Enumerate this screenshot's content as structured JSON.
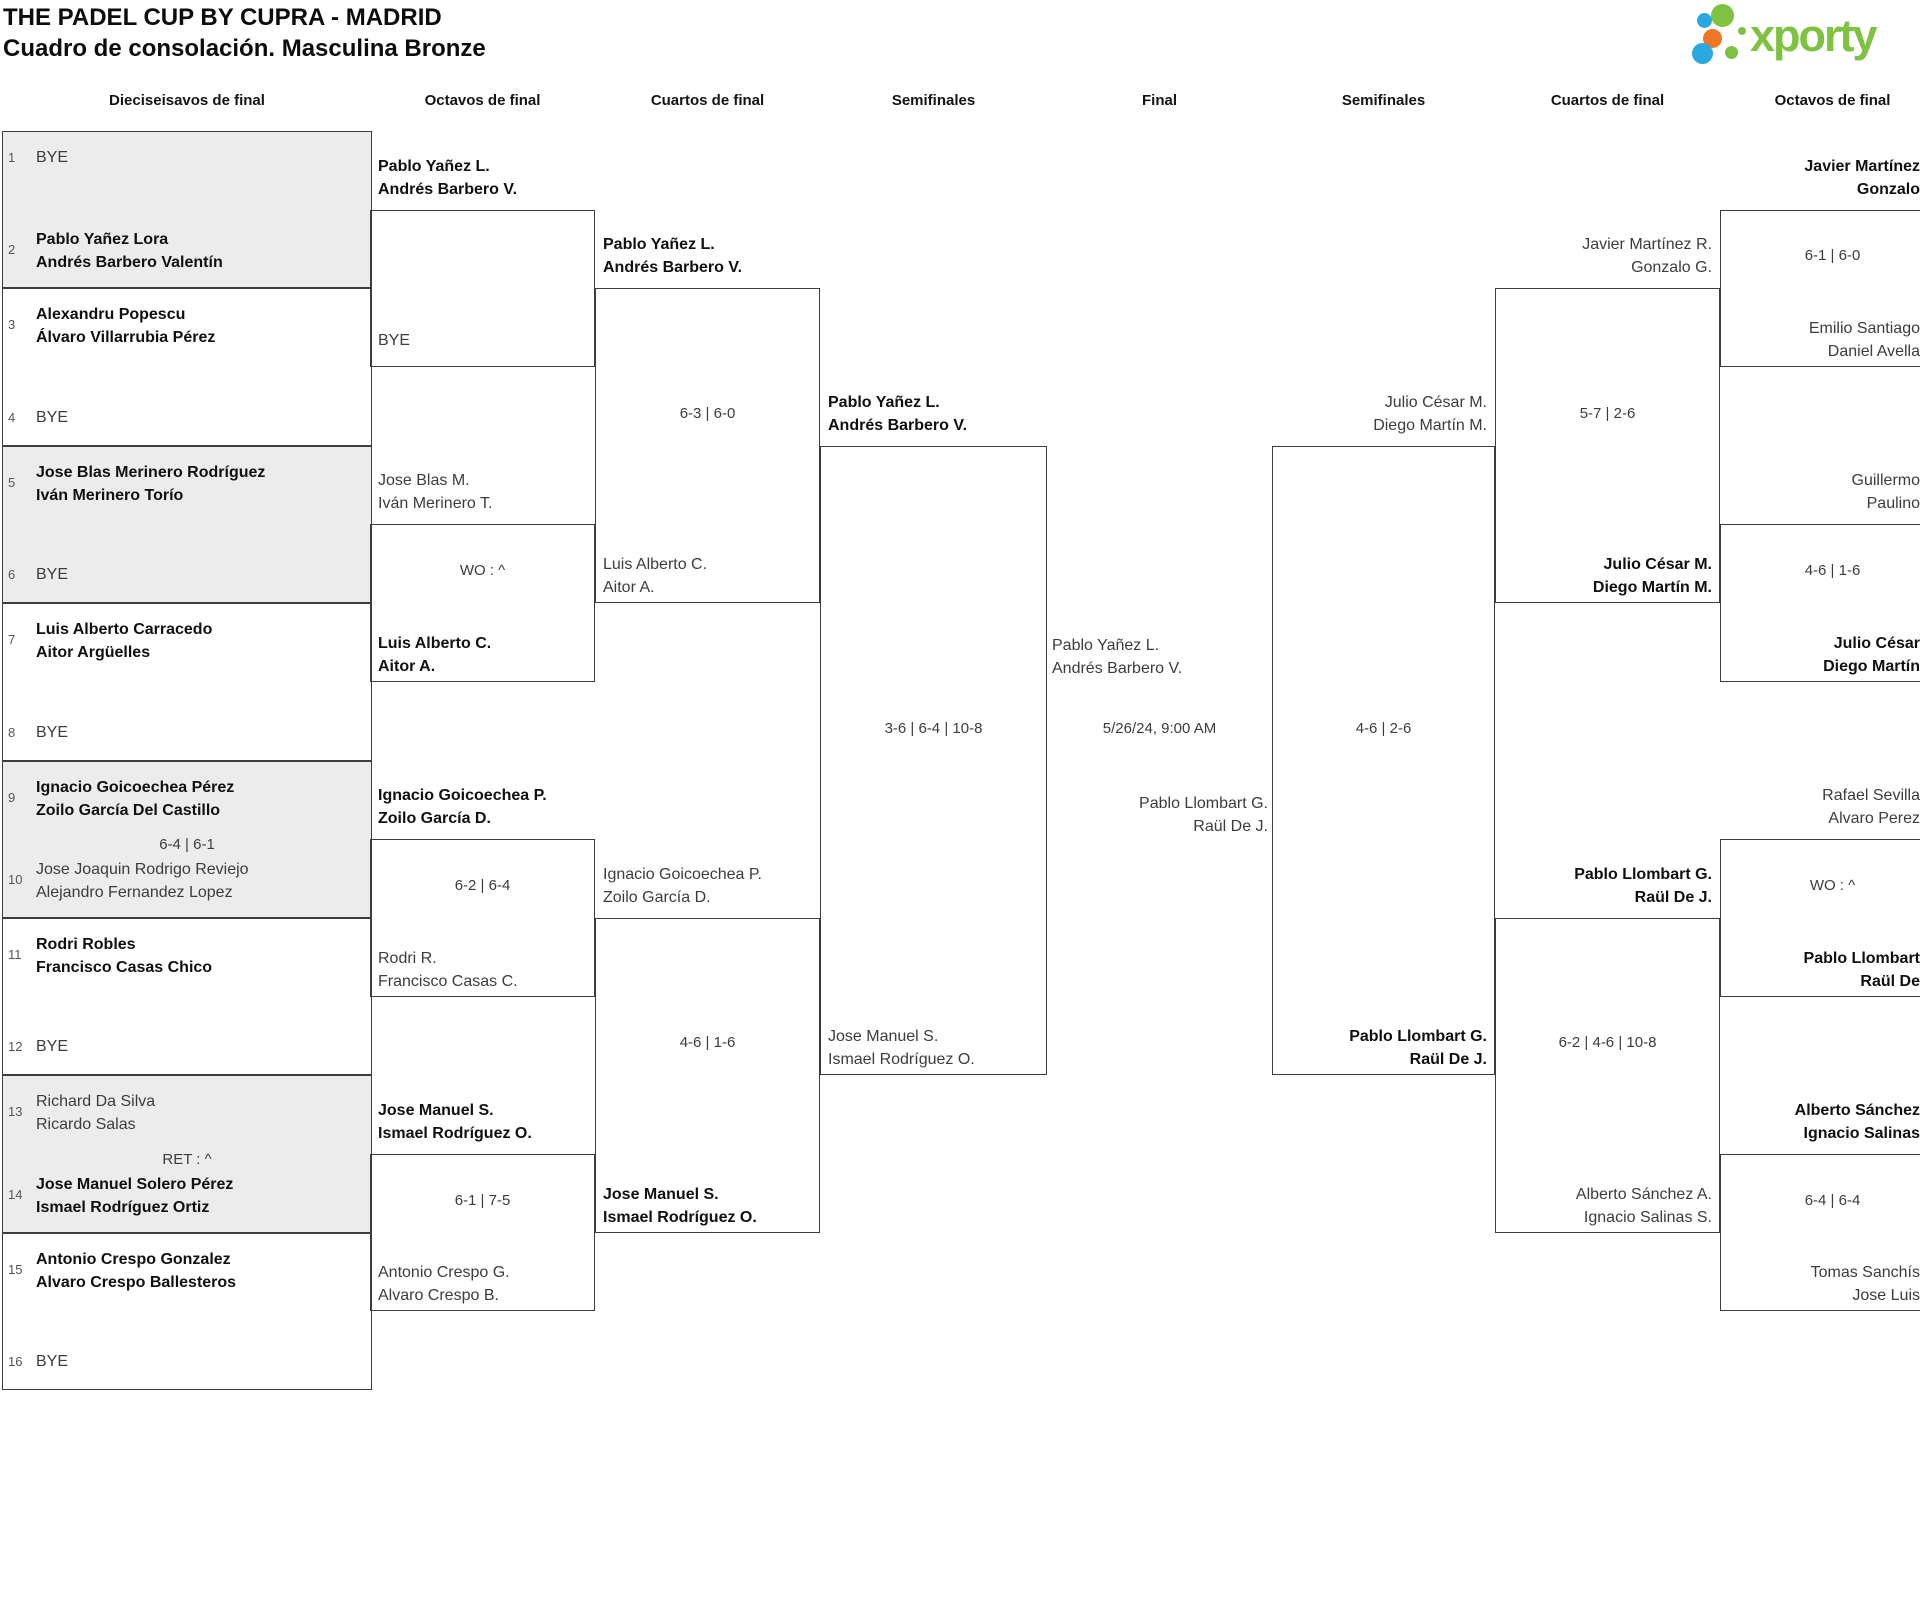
{
  "title": "THE PADEL CUP BY CUPRA - MADRID",
  "subtitle": "Cuadro de consolación. Masculina Bronze",
  "logo": {
    "text": "xporty",
    "green": "#7FC241",
    "blue": "#2AA9E0",
    "orange": "#EF7622"
  },
  "colors": {
    "line": "#3d3d3d",
    "gray_box": "#ececec",
    "bold_text": "#101010",
    "regular_text": "#3c3c3c"
  },
  "round_headers": [
    "Dieciseisavos de final",
    "Octavos de final",
    "Cuartos de final",
    "Semifinales",
    "Final",
    "Semifinales",
    "Cuartos de final",
    "Octavos de final"
  ],
  "first_round": [
    {
      "score": "",
      "slots": [
        {
          "seed": "1",
          "lines": [
            "BYE"
          ],
          "bold": false
        },
        {
          "seed": "2",
          "lines": [
            "Pablo Yañez Lora",
            "Andrés Barbero Valentín"
          ],
          "bold": true
        }
      ]
    },
    {
      "score": "",
      "slots": [
        {
          "seed": "3",
          "lines": [
            "Alexandru Popescu",
            "Álvaro Villarrubia Pérez"
          ],
          "bold": true
        },
        {
          "seed": "4",
          "lines": [
            "BYE"
          ],
          "bold": false
        }
      ]
    },
    {
      "score": "",
      "slots": [
        {
          "seed": "5",
          "lines": [
            "Jose Blas Merinero Rodríguez",
            "Iván Merinero Torío"
          ],
          "bold": true
        },
        {
          "seed": "6",
          "lines": [
            "BYE"
          ],
          "bold": false
        }
      ]
    },
    {
      "score": "",
      "slots": [
        {
          "seed": "7",
          "lines": [
            "Luis Alberto Carracedo",
            "Aitor Argüelles"
          ],
          "bold": true
        },
        {
          "seed": "8",
          "lines": [
            "BYE"
          ],
          "bold": false
        }
      ]
    },
    {
      "score": "6-4 | 6-1",
      "slots": [
        {
          "seed": "9",
          "lines": [
            "Ignacio Goicoechea Pérez",
            "Zoilo García Del Castillo"
          ],
          "bold": true
        },
        {
          "seed": "10",
          "lines": [
            "Jose Joaquin Rodrigo Reviejo",
            "Alejandro Fernandez Lopez"
          ],
          "bold": false
        }
      ]
    },
    {
      "score": "",
      "slots": [
        {
          "seed": "11",
          "lines": [
            "Rodri Robles",
            "Francisco Casas Chico"
          ],
          "bold": true
        },
        {
          "seed": "12",
          "lines": [
            "BYE"
          ],
          "bold": false
        }
      ]
    },
    {
      "score": "RET : ^",
      "slots": [
        {
          "seed": "13",
          "lines": [
            "Richard Da Silva",
            "Ricardo Salas"
          ],
          "bold": false
        },
        {
          "seed": "14",
          "lines": [
            "Jose Manuel Solero Pérez",
            "Ismael Rodríguez Ortiz"
          ],
          "bold": true
        }
      ]
    },
    {
      "score": "",
      "slots": [
        {
          "seed": "15",
          "lines": [
            "Antonio Crespo Gonzalez",
            "Alvaro Crespo Ballesteros"
          ],
          "bold": true
        },
        {
          "seed": "16",
          "lines": [
            "BYE"
          ],
          "bold": false
        }
      ]
    }
  ],
  "matches": [
    {
      "side": "left",
      "round": 1,
      "idx": 0,
      "score": "",
      "team1": {
        "lines": [
          "Pablo Yañez L.",
          "Andrés Barbero V."
        ],
        "bold": true
      },
      "team2": {
        "lines": [
          "BYE"
        ],
        "bold": false
      }
    },
    {
      "side": "left",
      "round": 1,
      "idx": 1,
      "score": "WO : ^",
      "team1": {
        "lines": [
          "Jose Blas M.",
          "Iván Merinero T."
        ],
        "bold": false
      },
      "team2": {
        "lines": [
          "Luis Alberto C.",
          "Aitor A."
        ],
        "bold": true
      }
    },
    {
      "side": "left",
      "round": 1,
      "idx": 2,
      "score": "6-2 | 6-4",
      "team1": {
        "lines": [
          "Ignacio Goicoechea P.",
          "Zoilo García D."
        ],
        "bold": true
      },
      "team2": {
        "lines": [
          "Rodri R.",
          "Francisco Casas C."
        ],
        "bold": false
      }
    },
    {
      "side": "left",
      "round": 1,
      "idx": 3,
      "score": "6-1 | 7-5",
      "team1": {
        "lines": [
          "Jose Manuel S.",
          "Ismael Rodríguez O."
        ],
        "bold": true
      },
      "team2": {
        "lines": [
          "Antonio Crespo G.",
          "Alvaro Crespo B."
        ],
        "bold": false
      }
    },
    {
      "side": "left",
      "round": 2,
      "idx": 0,
      "score": "6-3 | 6-0",
      "team1": {
        "lines": [
          "Pablo Yañez L.",
          "Andrés Barbero V."
        ],
        "bold": true
      },
      "team2": {
        "lines": [
          "Luis Alberto C.",
          "Aitor A."
        ],
        "bold": false
      }
    },
    {
      "side": "left",
      "round": 2,
      "idx": 1,
      "score": "4-6 | 1-6",
      "team1": {
        "lines": [
          "Ignacio Goicoechea P.",
          "Zoilo García D."
        ],
        "bold": false
      },
      "team2": {
        "lines": [
          "Jose Manuel S.",
          "Ismael Rodríguez O."
        ],
        "bold": true
      }
    },
    {
      "side": "left",
      "round": 3,
      "idx": 0,
      "score": "3-6 | 6-4 | 10-8",
      "team1": {
        "lines": [
          "Pablo Yañez L.",
          "Andrés Barbero V."
        ],
        "bold": true
      },
      "team2": {
        "lines": [
          "Jose Manuel S.",
          "Ismael Rodríguez O."
        ],
        "bold": false
      }
    },
    {
      "side": "right",
      "round": 3,
      "idx": 0,
      "score": "4-6 | 2-6",
      "team1": {
        "lines": [
          "Julio César M.",
          "Diego Martín M."
        ],
        "bold": false
      },
      "team2": {
        "lines": [
          "Pablo Llombart G.",
          "Raül De J."
        ],
        "bold": true
      }
    },
    {
      "side": "right",
      "round": 2,
      "idx": 0,
      "score": "5-7 | 2-6",
      "team1": {
        "lines": [
          "Javier Martínez R.",
          "Gonzalo G."
        ],
        "bold": false
      },
      "team2": {
        "lines": [
          "Julio César M.",
          "Diego Martín M."
        ],
        "bold": true
      }
    },
    {
      "side": "right",
      "round": 2,
      "idx": 1,
      "score": "6-2 | 4-6 | 10-8",
      "team1": {
        "lines": [
          "Pablo Llombart G.",
          "Raül De J."
        ],
        "bold": true
      },
      "team2": {
        "lines": [
          "Alberto Sánchez A.",
          "Ignacio Salinas S."
        ],
        "bold": false
      }
    },
    {
      "side": "right",
      "round": 1,
      "idx": 0,
      "score": "6-1 | 6-0",
      "team1": {
        "lines": [
          "Javier Martínez",
          "Gonzalo"
        ],
        "bold": true
      },
      "team2": {
        "lines": [
          "Emilio Santiago",
          "Daniel Avella"
        ],
        "bold": false
      }
    },
    {
      "side": "right",
      "round": 1,
      "idx": 1,
      "score": "4-6 | 1-6",
      "team1": {
        "lines": [
          "Guillermo",
          "Paulino"
        ],
        "bold": false
      },
      "team2": {
        "lines": [
          "Julio César",
          "Diego Martín"
        ],
        "bold": true
      }
    },
    {
      "side": "right",
      "round": 1,
      "idx": 2,
      "score": "WO : ^",
      "team1": {
        "lines": [
          "Rafael Sevilla",
          "Alvaro Perez"
        ],
        "bold": false
      },
      "team2": {
        "lines": [
          "Pablo Llombart",
          "Raül De"
        ],
        "bold": true
      }
    },
    {
      "side": "right",
      "round": 1,
      "idx": 3,
      "score": "6-4 | 6-4",
      "team1": {
        "lines": [
          "Alberto Sánchez",
          "Ignacio Salinas"
        ],
        "bold": true
      },
      "team2": {
        "lines": [
          "Tomas Sanchís",
          "Jose Luis"
        ],
        "bold": false
      }
    }
  ],
  "final": {
    "date": "5/26/24, 9:00 AM",
    "team1": {
      "lines": [
        "Pablo Yañez L.",
        "Andrés Barbero V."
      ],
      "bold": false
    },
    "team2": {
      "lines": [
        "Pablo Llombart G.",
        "Raül De J."
      ],
      "bold": false
    }
  }
}
